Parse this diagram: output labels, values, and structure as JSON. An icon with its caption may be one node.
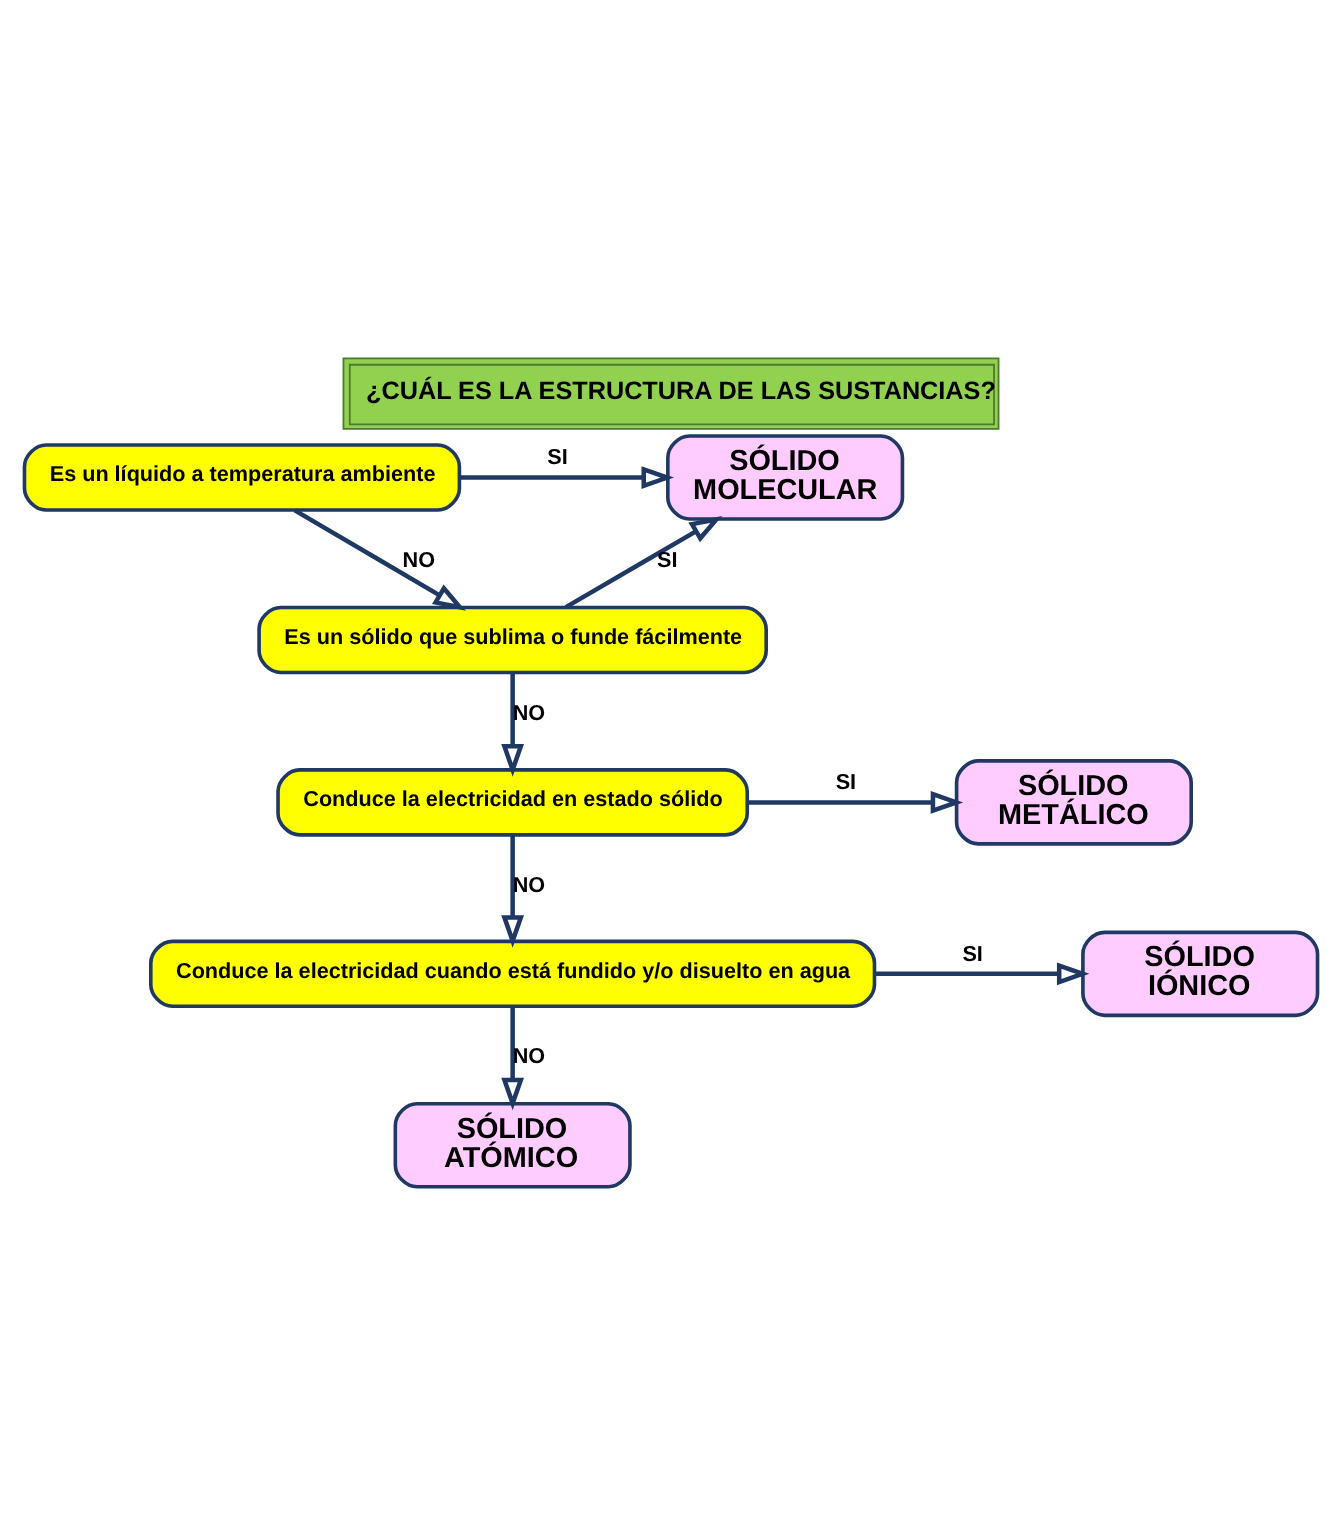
{
  "diagram": {
    "title": "¿CUÁL ES LA ESTRUCTURA DE LAS SUSTANCIAS?",
    "nodes": [
      {
        "text": [
          "Es un líquido a temperatura ambiente"
        ]
      },
      {
        "text": [
          "Es un sólido que sublima o funde fácilmente"
        ]
      },
      {
        "text": [
          "Conduce la electricidad en estado sólido"
        ]
      },
      {
        "text": [
          "Conduce la electricidad cuando está fundido y/o disuelto en agua"
        ]
      },
      {
        "text": [
          "SÓLIDO MOLECULAR"
        ]
      },
      {
        "text": [
          "SÓLIDO METÁLICO"
        ]
      },
      {
        "text": [
          "SÓLIDO IÓNICO"
        ]
      },
      {
        "text": [
          "SÓLIDO ATÓMICO"
        ]
      }
    ],
    "edges": [
      {
        "from": 0,
        "to": 4,
        "arrow": "to",
        "label": "SI"
      },
      {
        "from": 0,
        "to": 1,
        "arrow": "to",
        "label": "NO"
      },
      {
        "from": 1,
        "to": 4,
        "arrow": "to",
        "label": "SI"
      },
      {
        "from": 1,
        "to": 2,
        "arrow": "to",
        "label": "NO"
      },
      {
        "from": 2,
        "to": 5,
        "arrow": "to",
        "label": "SI"
      },
      {
        "from": 2,
        "to": 3,
        "arrow": "to",
        "label": "NO"
      },
      {
        "from": 3,
        "to": 6,
        "arrow": "to",
        "label": "SI"
      },
      {
        "from": 3,
        "to": 7,
        "arrow": "to",
        "label": "NO"
      }
    ]
  }
}
